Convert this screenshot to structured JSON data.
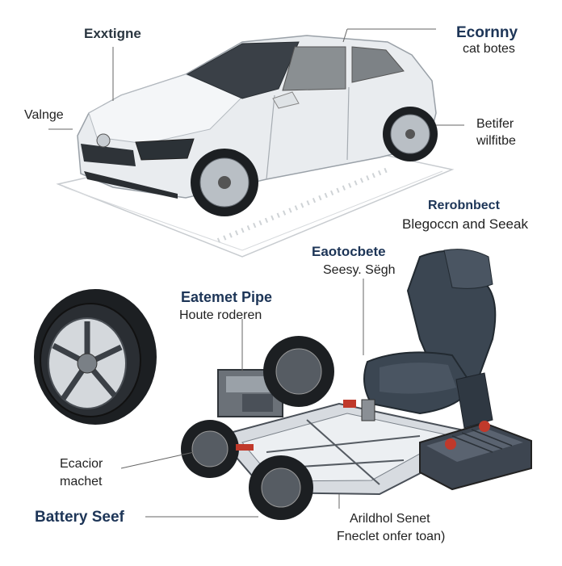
{
  "labels": {
    "exxtigne": "Exxtigne",
    "ecornny": "Ecornny",
    "cat_botes": "cat botes",
    "valnge": "Valnge",
    "betifer": "Betifer",
    "wilfitbe": "wilfitbe",
    "rerobnbect": "Rerobnbect",
    "blegoccn": "Blegoccn and Seeak",
    "eaotocbete": "Eaotocbete",
    "seesy": "Seesy. Sëgh",
    "eatemet_pipe": "Eatemet Pipe",
    "houte_roderen": "Houte roderen",
    "ecacior": "Ecacior",
    "machet": "machet",
    "battery_seef": "Battery Seef",
    "arildhol": "Arildhol Senet",
    "fneclet": "Fneclet onfer toan)"
  },
  "colors": {
    "car_body": "#e9ecef",
    "seat": "#3b4652",
    "tire": "#1c1f22",
    "accent_red": "#c0392b",
    "title_text": "#2a3640"
  }
}
